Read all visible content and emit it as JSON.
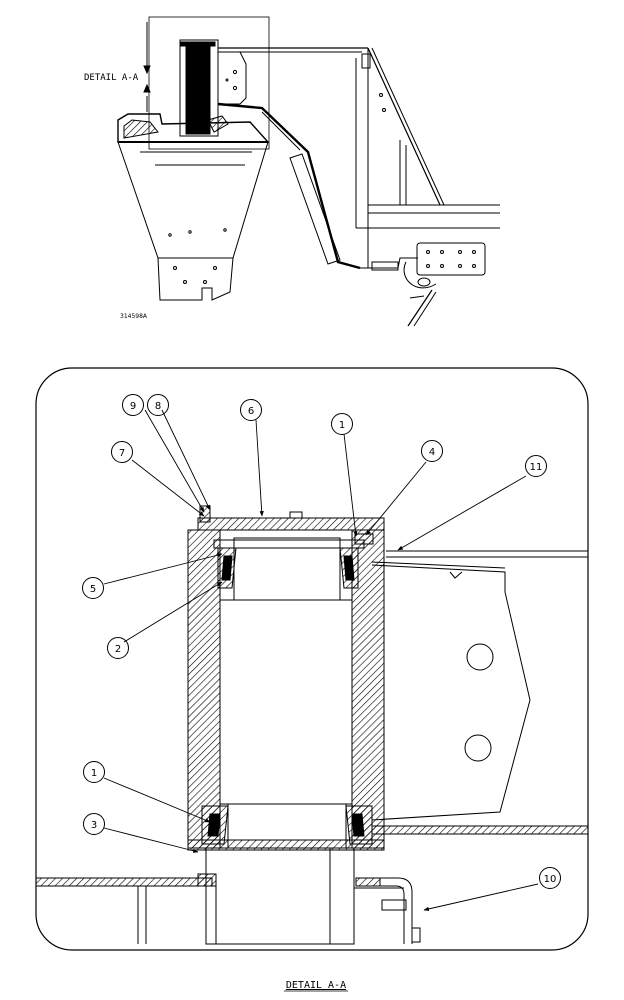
{
  "overview": {
    "section_label": "DETAIL A-A",
    "part_number": "314598A"
  },
  "detail": {
    "title": "DETAIL A-A",
    "callouts": [
      "9",
      "8",
      "6",
      "1",
      "4",
      "11",
      "7",
      "5",
      "2",
      "1",
      "3",
      "10"
    ]
  }
}
